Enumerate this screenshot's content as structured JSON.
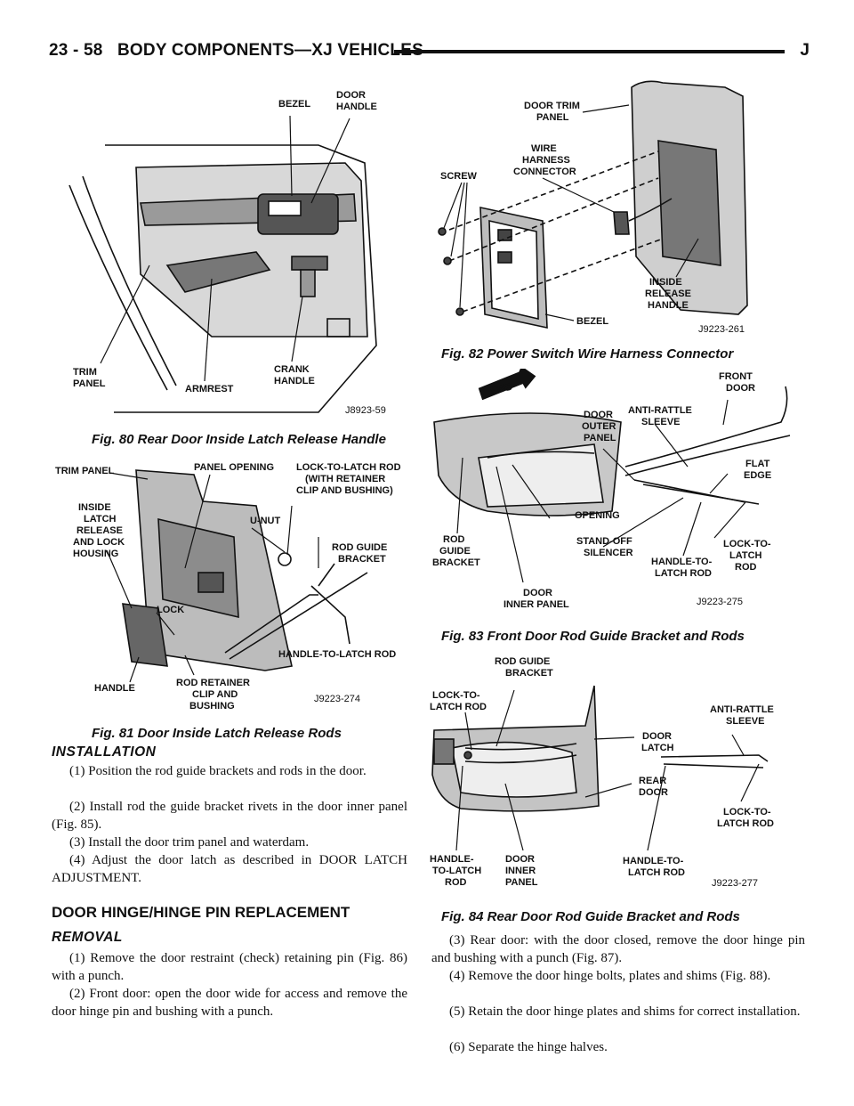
{
  "header": {
    "page_ref": "23 - 58",
    "section_title": "BODY COMPONENTS—XJ VEHICLES",
    "corner_letter": "J"
  },
  "fig80": {
    "caption": "Fig. 80 Rear Door Inside Latch Release Handle",
    "labels": {
      "bezel": "BEZEL",
      "door_handle_1": "DOOR",
      "door_handle_2": "HANDLE",
      "trim_1": "TRIM",
      "trim_2": "PANEL",
      "armrest": "ARMREST",
      "crank_1": "CRANK",
      "crank_2": "HANDLE"
    },
    "code": "J8923-59"
  },
  "fig81": {
    "caption": "Fig. 81 Door Inside Latch Release Rods",
    "labels": {
      "trim_panel": "TRIM PANEL",
      "panel_opening": "PANEL OPENING",
      "ltl_1": "LOCK-TO-LATCH ROD",
      "ltl_2": "(WITH RETAINER",
      "ltl_3": "CLIP AND BUSHING)",
      "unut": "U-NUT",
      "inside_1": "INSIDE",
      "inside_2": "LATCH",
      "inside_3": "RELEASE",
      "inside_4": "AND LOCK",
      "inside_5": "HOUSING",
      "rgb_1": "ROD GUIDE",
      "rgb_2": "BRACKET",
      "lock": "LOCK",
      "htl": "HANDLE-TO-LATCH ROD",
      "handle": "HANDLE",
      "rr_1": "ROD RETAINER",
      "rr_2": "CLIP AND",
      "rr_3": "BUSHING"
    },
    "code": "J9223-274"
  },
  "fig82": {
    "caption": "Fig. 82 Power Switch Wire Harness Connector",
    "labels": {
      "dtp_1": "DOOR TRIM",
      "dtp_2": "PANEL",
      "wire_1": "WIRE",
      "wire_2": "HARNESS",
      "wire_3": "CONNECTOR",
      "screw": "SCREW",
      "irh_1": "INSIDE",
      "irh_2": "RELEASE",
      "irh_3": "HANDLE",
      "bezel": "BEZEL"
    },
    "code": "J9223-261"
  },
  "fig83": {
    "caption": "Fig. 83 Front Door Rod Guide Bracket and Rods",
    "labels": {
      "fwd": "FWD",
      "fd_1": "FRONT",
      "fd_2": "DOOR",
      "dop_1": "DOOR",
      "dop_2": "OUTER",
      "dop_3": "PANEL",
      "ars_1": "ANTI-RATTLE",
      "ars_2": "SLEEVE",
      "flat_1": "FLAT",
      "flat_2": "EDGE",
      "opening": "OPENING",
      "rgb_1": "ROD",
      "rgb_2": "GUIDE",
      "rgb_3": "BRACKET",
      "so_1": "STAND-OFF",
      "so_2": "SILENCER",
      "ltl_1": "LOCK-TO-",
      "ltl_2": "LATCH",
      "ltl_3": "ROD",
      "htl_1": "HANDLE-TO-",
      "htl_2": "LATCH ROD",
      "dip_1": "DOOR",
      "dip_2": "INNER PANEL"
    },
    "code": "J9223-275"
  },
  "fig84": {
    "caption": "Fig. 84 Rear Door Rod Guide Bracket and Rods",
    "labels": {
      "rgb_1": "ROD GUIDE",
      "rgb_2": "BRACKET",
      "ltl_1": "LOCK-TO-",
      "ltl_2": "LATCH ROD",
      "dl_1": "DOOR",
      "dl_2": "LATCH",
      "ars_1": "ANTI-RATTLE",
      "ars_2": "SLEEVE",
      "rd_1": "REAR",
      "rd_2": "DOOR",
      "ltl2_1": "LOCK-TO-",
      "ltl2_2": "LATCH ROD",
      "h_1": "HANDLE-",
      "h_2": "TO-LATCH",
      "h_3": "ROD",
      "dip_1": "DOOR",
      "dip_2": "INNER",
      "dip_3": "PANEL",
      "htl_1": "HANDLE-TO-",
      "htl_2": "LATCH ROD"
    },
    "code": "J9223-277"
  },
  "left_text": {
    "installation_heading": "INSTALLATION",
    "install_steps": [
      "(1) Position the rod guide brackets and rods in the door.",
      "(2) Install rod the guide bracket rivets in the door inner panel (Fig. 85).",
      "(3) Install the door trim panel and waterdam.",
      "(4) Adjust the door latch as described in DOOR LATCH ADJUSTMENT."
    ],
    "section_heading": "DOOR HINGE/HINGE PIN REPLACEMENT",
    "removal_heading": "REMOVAL",
    "removal_steps": [
      "(1) Remove the door restraint (check) retaining pin (Fig. 86) with a punch.",
      "(2) Front door: open the door wide for access and remove the door hinge pin and bushing with a punch."
    ]
  },
  "right_text": {
    "steps": [
      "(3) Rear door: with the door closed, remove the door hinge pin and bushing with a punch (Fig. 87).",
      "(4) Remove the door hinge bolts, plates and shims (Fig. 88).",
      "(5) Retain the door hinge plates and shims for correct installation.",
      "(6) Separate the hinge halves."
    ]
  }
}
